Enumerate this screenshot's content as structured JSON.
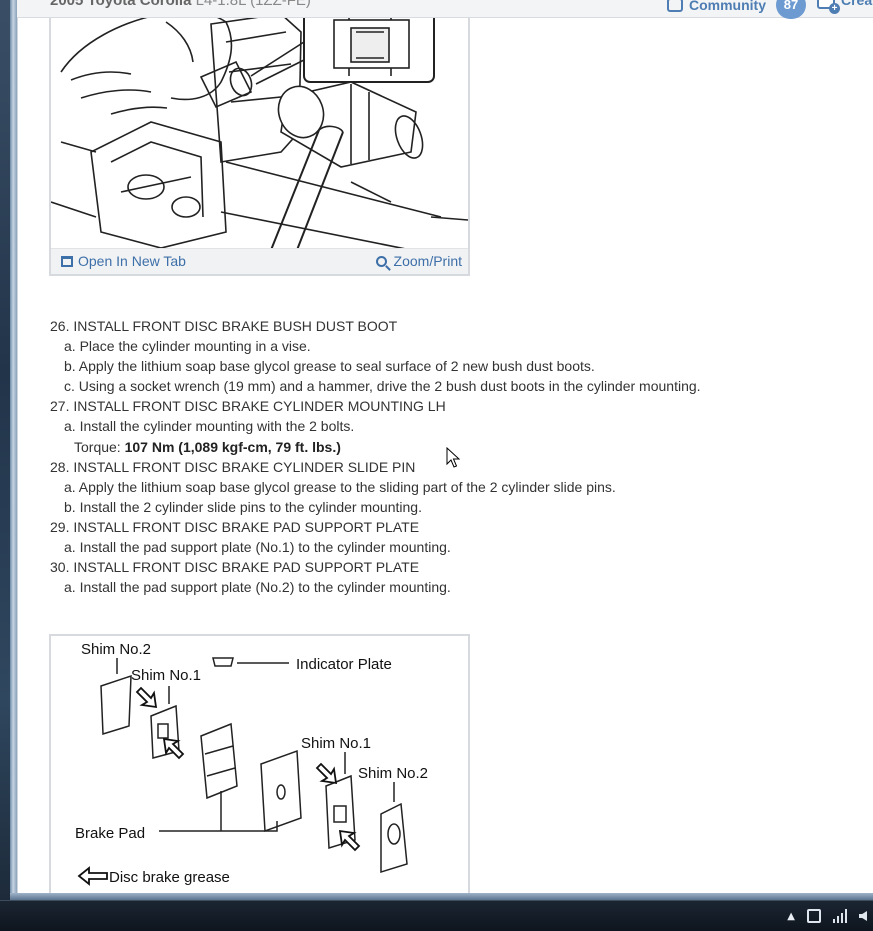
{
  "header": {
    "title_bold": "2005 Toyota Corolla",
    "title_light": "L4-1.8L (1ZZ-FE)",
    "community_label": "Community",
    "community_count": "87",
    "create_label": "Create"
  },
  "figure1": {
    "open_tab_label": "Open In New Tab",
    "zoom_label": "Zoom/Print"
  },
  "steps": {
    "s26": "26. INSTALL FRONT DISC BRAKE BUSH DUST BOOT",
    "s26a": "a. Place the cylinder mounting in a vise.",
    "s26b": "b. Apply the lithium soap base glycol grease to seal surface of 2 new bush dust boots.",
    "s26c": "c. Using a socket wrench (19 mm) and a hammer, drive the 2 bush dust boots in the cylinder mounting.",
    "s27": "27. INSTALL FRONT DISC BRAKE CYLINDER MOUNTING LH",
    "s27a": "a. Install the cylinder mounting with the 2 bolts.",
    "s27_torque_label": "Torque:",
    "s27_torque_value": "107 Nm (1,089 kgf-cm, 79 ft. lbs.)",
    "s28": "28. INSTALL FRONT DISC BRAKE CYLINDER SLIDE PIN",
    "s28a": "a. Apply the lithium soap base glycol grease to the sliding part of the 2 cylinder slide pins.",
    "s28b": "b. Install the 2 cylinder slide pins to the cylinder mounting.",
    "s29": "29. INSTALL FRONT DISC BRAKE PAD SUPPORT PLATE",
    "s29a": "a. Install the pad support plate (No.1) to the cylinder mounting.",
    "s30": "30. INSTALL FRONT DISC BRAKE PAD SUPPORT PLATE",
    "s30a": "a. Install the pad support plate (No.2) to the cylinder mounting."
  },
  "figure2": {
    "shim2_top": "Shim No.2",
    "shim1_top": "Shim No.1",
    "indicator": "Indicator Plate",
    "shim1_right": "Shim No.1",
    "shim2_right": "Shim No.2",
    "brake_pad": "Brake Pad",
    "grease": "Disc brake grease"
  }
}
